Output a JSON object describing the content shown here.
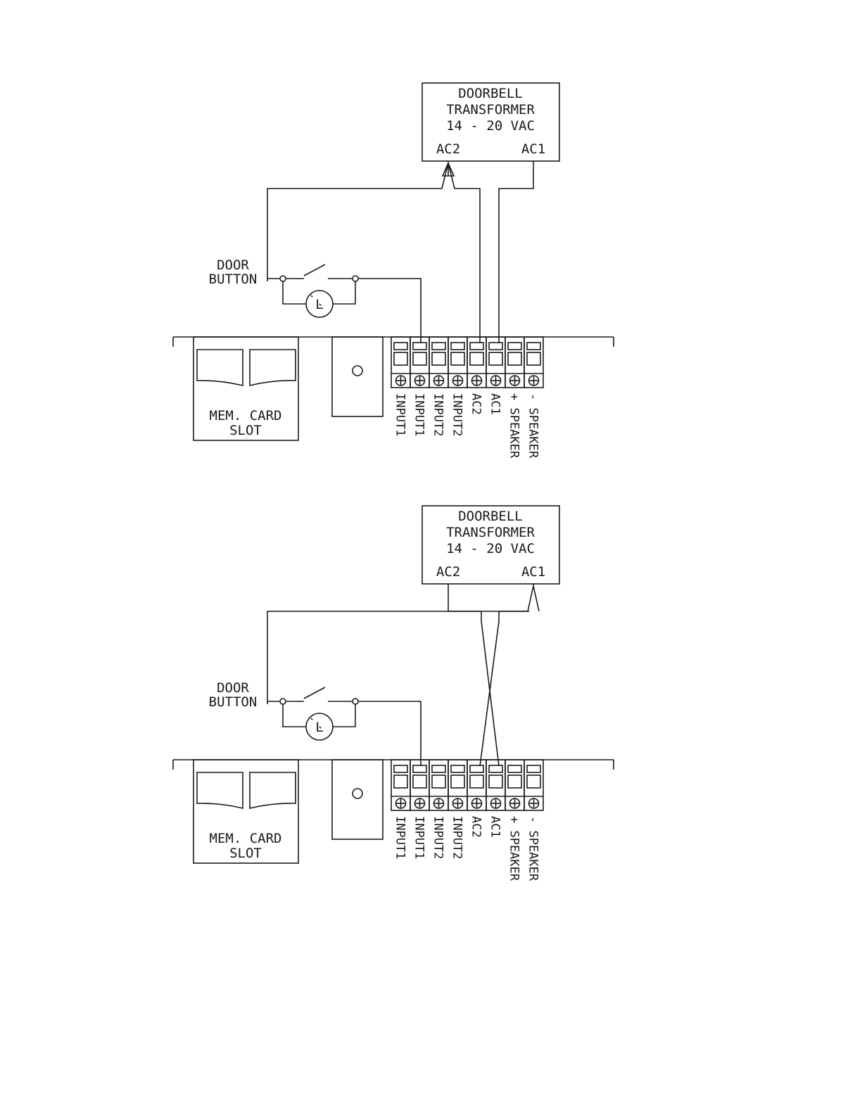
{
  "diagrams": [
    {
      "transformer": {
        "line1": "DOORBELL",
        "line2": "TRANSFORMER",
        "line3": "14 - 20 VAC",
        "ac2_label": "AC2",
        "ac1_label": "AC1"
      },
      "door_button": {
        "line1": "DOOR",
        "line2": "BUTTON",
        "lamp_symbol": "L"
      },
      "mem_card": {
        "line1": "MEM. CARD",
        "line2": "SLOT"
      },
      "terminals": [
        "INPUT1",
        "INPUT1",
        "INPUT2",
        "INPUT2",
        "AC2",
        "AC1",
        "+ SPEAKER",
        "- SPEAKER"
      ],
      "wiring": "straight"
    },
    {
      "transformer": {
        "line1": "DOORBELL",
        "line2": "TRANSFORMER",
        "line3": "14 - 20 VAC",
        "ac2_label": "AC2",
        "ac1_label": "AC1"
      },
      "door_button": {
        "line1": "DOOR",
        "line2": "BUTTON",
        "lamp_symbol": "L"
      },
      "mem_card": {
        "line1": "MEM. CARD",
        "line2": "SLOT"
      },
      "terminals": [
        "INPUT1",
        "INPUT1",
        "INPUT2",
        "INPUT2",
        "AC2",
        "AC1",
        "+ SPEAKER",
        "- SPEAKER"
      ],
      "wiring": "crossed"
    }
  ]
}
